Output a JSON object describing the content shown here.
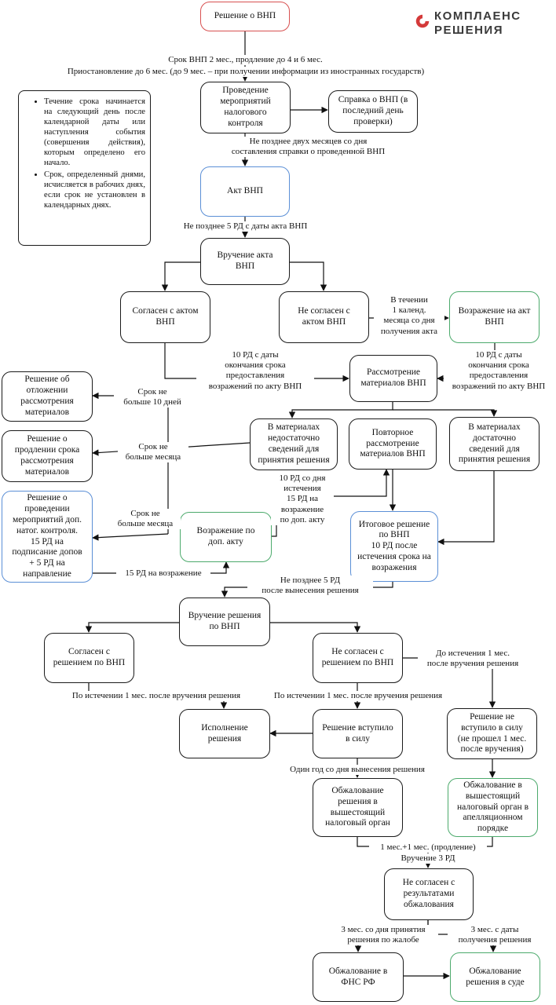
{
  "logo": {
    "line1": "КОМПЛАЕНС",
    "line2": "РЕШЕНИЯ",
    "brand_color": "#d43a3a"
  },
  "notes": [
    "Течение срока начинается на следующий день после календарной даты или наступления события (совершения действия), которым определено его начало.",
    "Срок, определенный днями, исчисляется в рабочих днях, если срок не установлен в календарных днях."
  ],
  "nodes": {
    "decision_vnp": "Решение о ВНП",
    "conduct": "Проведение\nмероприятий\nналогового\nконтроля",
    "certificate": "Справка о ВНП (в\nпоследний день\nпроверки)",
    "act": "Акт ВНП",
    "deliver_act": "Вручение акта\nВНП",
    "agree_act": "Согласен с актом\nВНП",
    "disagree_act": "Не согласен с\nактом ВНП",
    "objection_act": "Возражение на акт\nВНП",
    "review": "Рассмотрение\nматериалов ВНП",
    "postpone": "Решение об\nотложении\nрассмотрения\nматериалов",
    "extend": "Решение о\nпродлении срока\nрассмотрения\nматериалов",
    "additional": "Решение о\nпроведении\nмероприятий доп.\nнатог. контроля.\n15 РД на\nподписание допов\n+ 5 РД на\nнаправление",
    "insufficient": "В материалах\nнедостаточно\nсведений для\nпринятия решения",
    "re_review": "Повторное\nрассмотрение\nматериалов ВНП",
    "sufficient": "В материалах\nдостаточно\nсведений для\nпринятия решения",
    "objection_add": "Возражение по\nдоп. акту",
    "final_decision": "Итоговое решение\nпо ВНП\n10 РД после\nистечения срока на\nвозражения",
    "deliver_decision": "Вручение решения\nпо ВНП",
    "agree_decision": "Согласен с\nрешением по ВНП",
    "disagree_decision": "Не согласен с\nрешением по ВНП",
    "execution": "Исполнение\nрешения",
    "in_force": "Решение вступило\nв силу",
    "not_in_force": "Решение не\nвступило в силу\n(не прошел 1 мес.\nпосле вручения)",
    "appeal_higher": "Обжалование\nрешения в\nвышестоящий\nналоговый орган",
    "appeal_higher_app": "Обжалование в\nвышестоящий\nналоговый орган в\nапелляционном\nпорядке",
    "disagree_results": "Не согласен с\nрезультатами\nобжалования",
    "appeal_fns": "Обжалование в\nФНС РФ",
    "appeal_court": "Обжалование\nрешения в суде"
  },
  "labels": {
    "term": "Срок ВНП 2 мес., продление до 4 и 6 мес.",
    "suspend": "Приостановление до 6 мес. (до 9 мес. – при получении информации из иностранных государств)",
    "two_months": "Не позднее двух месяцев со дня\nсоставления справки о проведенной ВНП",
    "five_rd_act": "Не позднее 5 РД с даты акта ВНП",
    "one_calendar": "В течении\n1 календ.\nмесяца со дня\nполучения акта",
    "ten_rd_left": "10 РД с даты\nокончания срока\nпредоставления\nвозражений по акту ВНП",
    "ten_rd_right": "10 РД с даты\nокончания срока\nпредоставления\nвозражений по акту ВНП",
    "ten_days": "Срок не\nбольше 10 дней",
    "month1": "Срок не\nбольше месяца",
    "month2": "Срок не\nбольше месяца",
    "ten_fifteen": "10 РД со дня\nистечения\n15 РД на\nвозражение\nпо доп. акту",
    "fifteen_obj": "15 РД на возражение",
    "five_rd_decision": "Не позднее 5 РД\nпосле вынесения решения",
    "before_month": "До истечения 1 мес.\nпосле вручения решения",
    "after_month_left": "По истечении 1 мес. после вручения решения",
    "after_month_mid": "По истечении 1 мес. после вручения решения",
    "one_year": "Один год со дня вынесения решения",
    "one_plus_one": "1 мес.+1 мес. (продление)",
    "delivery_3rd": "Вручение 3 РД",
    "three_months_left": "3 мес. со дня принятия\nрешения по жалобе",
    "three_months_right": "3 мес. с даты\nполучения решения"
  }
}
